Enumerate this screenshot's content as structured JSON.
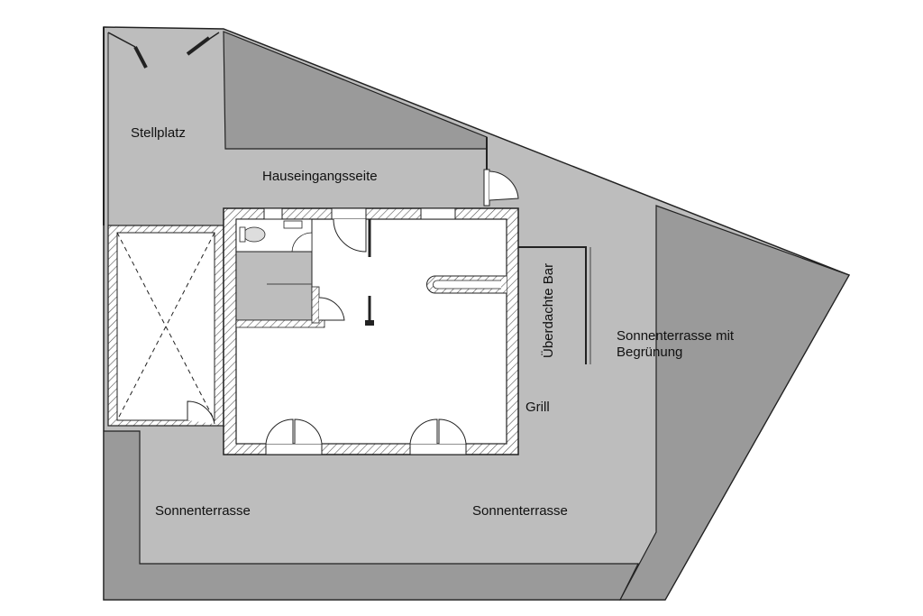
{
  "labels": {
    "stellplatz": "Stellplatz",
    "hauseingangsseite": "Hauseingangsseite",
    "ueberdachte_bar": "Überdachte Bar",
    "sonnenterrasse_begruenung_line1": "Sonnenterrasse mit",
    "sonnenterrasse_begruenung_line2": "Begrünung",
    "grill": "Grill",
    "sonnenterrasse_left": "Sonnenterrasse",
    "sonnenterrasse_right": "Sonnenterrasse"
  },
  "colors": {
    "terrace_light": "#bdbdbd",
    "planted_dark": "#9a9a9a",
    "wall": "#e8e8e8",
    "line": "#222222",
    "interior": "#ffffff"
  }
}
